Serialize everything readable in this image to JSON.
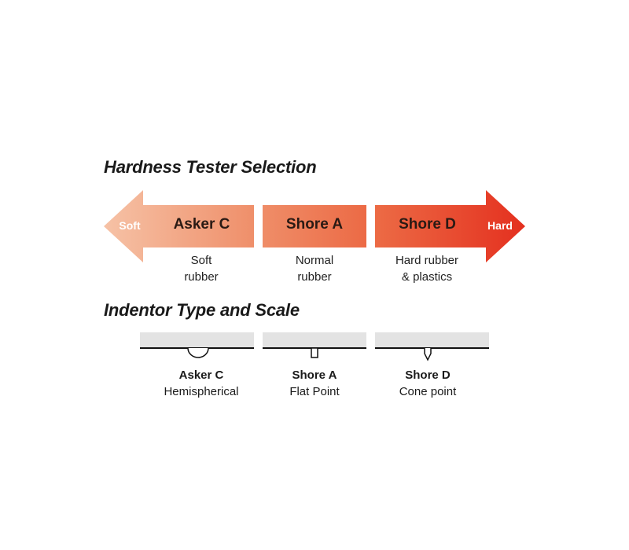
{
  "headings": {
    "selection": "Hardness Tester Selection",
    "indentor": "Indentor Type and Scale"
  },
  "scale": {
    "soft_label": "Soft",
    "hard_label": "Hard",
    "segments": [
      {
        "name": "Asker C",
        "description": [
          "Soft",
          "rubber"
        ]
      },
      {
        "name": "Shore A",
        "description": [
          "Normal",
          "rubber"
        ]
      },
      {
        "name": "Shore D",
        "description": [
          "Hard rubber",
          "& plastics"
        ]
      }
    ]
  },
  "indentors": [
    {
      "scale": "Asker C",
      "type": "Hemispherical",
      "shape": "hemisphere-icon"
    },
    {
      "scale": "Shore A",
      "type": "Flat Point",
      "shape": "flat-point-icon"
    },
    {
      "scale": "Shore D",
      "type": "Cone point",
      "shape": "cone-point-icon"
    }
  ],
  "colors": {
    "soft": "#f3ab8b",
    "mid": "#ed7750",
    "hard": "#e8392a",
    "surface": "#e3e3e3"
  }
}
